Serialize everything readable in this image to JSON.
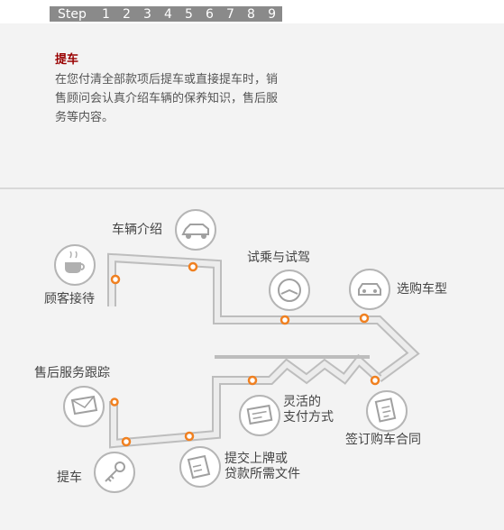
{
  "step_bar": {
    "label": "Step",
    "steps": [
      "1",
      "2",
      "3",
      "4",
      "5",
      "6",
      "7",
      "8",
      "9"
    ],
    "active_step": "9"
  },
  "panel": {
    "title": "提车",
    "description": "在您付清全部款项后提车或直接提车时，销售顾问会认真介绍车辆的保养知识，售后服务等内容。"
  },
  "flow": {
    "reception": "顾客接待",
    "car_intro": "车辆介绍",
    "test_drive": "试乘与试驾",
    "choose_model": "选购车型",
    "sign_contract": "签订购车合同",
    "payment_line1": "灵活的",
    "payment_line2": "支付方式",
    "plate_line1": "提交上牌或",
    "plate_line2": "贷款所需文件",
    "pickup": "提车",
    "after_sales": "售后服务跟踪"
  }
}
